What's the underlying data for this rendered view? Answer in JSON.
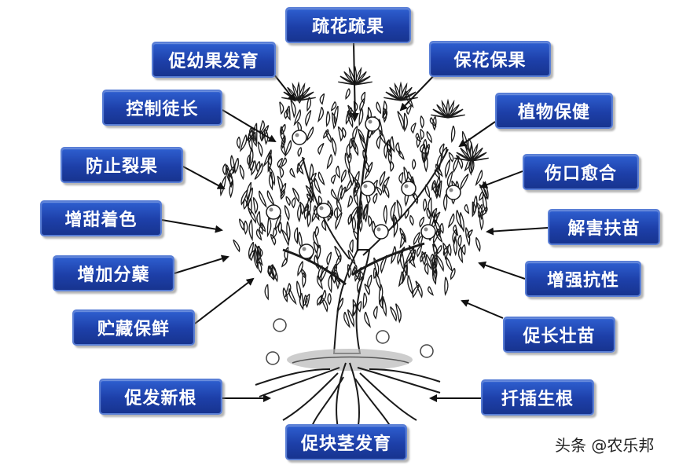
{
  "labels": {
    "thin_flower_fruit": "疏花疏果",
    "promote_young_fruit": "促幼果发育",
    "protect_flower_fruit": "保花保果",
    "control_growth": "控制徒长",
    "plant_health": "植物保健",
    "prevent_cracking": "防止裂果",
    "wound_healing": "伤口愈合",
    "sweeten_color": "增甜着色",
    "detox_seedling": "解害扶苗",
    "increase_tillering": "增加分蘖",
    "enhance_resistance": "增强抗性",
    "storage_freshness": "贮藏保鲜",
    "strong_seedling": "促长壮苗",
    "promote_new_roots": "促发新根",
    "cutting_rooting": "扦插生根",
    "tuber_development": "促块茎发育"
  },
  "watermark": "头条 @农乐邦",
  "colors": {
    "label_fill": "#1d3fa8",
    "label_border": "#5a7fd6",
    "label_text": "#ffffff",
    "arrow": "#111111",
    "tree_ink": "#1a1a1a"
  }
}
